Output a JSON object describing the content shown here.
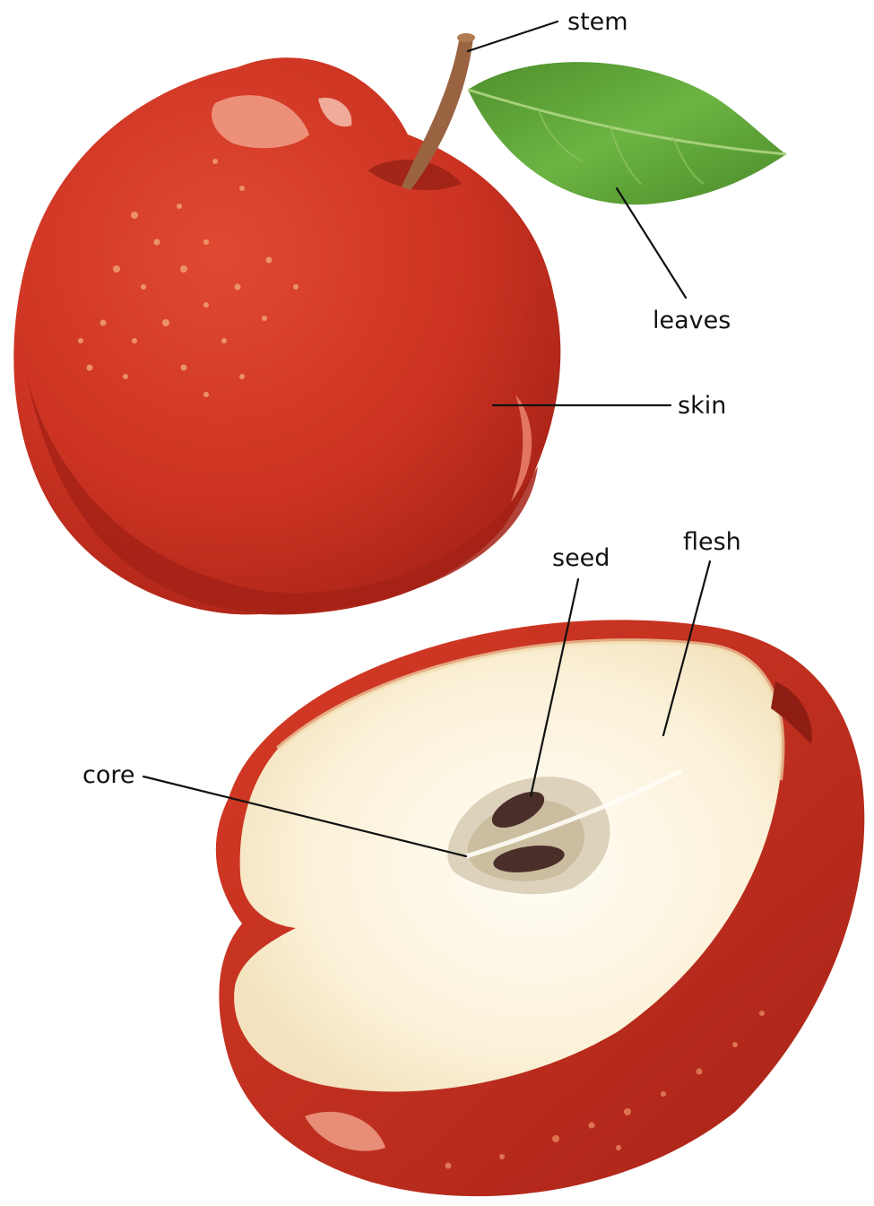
{
  "labels": {
    "stem": "stem",
    "leaves": "leaves",
    "skin": "skin",
    "seed": "seed",
    "flesh": "flesh",
    "core": "core"
  },
  "colors": {
    "apple_red": "#cc3322",
    "apple_dark_red": "#a52216",
    "highlight": "#f3a58f",
    "leaf_green": "#5fa838",
    "leaf_dark": "#3f7e23",
    "stem_brown": "#9a6341",
    "flesh_cream": "#fbf1d8",
    "flesh_white": "#fffaf0",
    "core_tan": "#ddd2bb",
    "seed_brown": "#4a2e2a"
  }
}
